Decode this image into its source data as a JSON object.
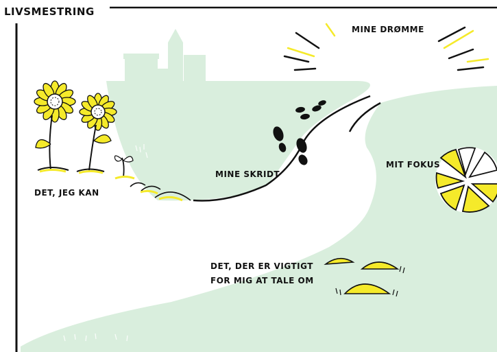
{
  "title": "LIVSMESTRING",
  "labels": {
    "dreams": "MINE DRØMME",
    "steps": "MINE SKRIDT",
    "focus": "MIT FOKUS",
    "can": "DET, JEG KAN",
    "talk_line1": "DET, DER ER VIGTIGT",
    "talk_line2": "FOR MIG AT TALE OM"
  },
  "colors": {
    "landscape": "#d9eedd",
    "accent": "#f5ea2a",
    "ink": "#111111"
  },
  "icons": [
    "sunflower-icon",
    "sprout-icon",
    "footprint-icon",
    "sun-rays-icon",
    "pie-focus-icon",
    "mound-icon",
    "castle-silhouette-icon"
  ]
}
